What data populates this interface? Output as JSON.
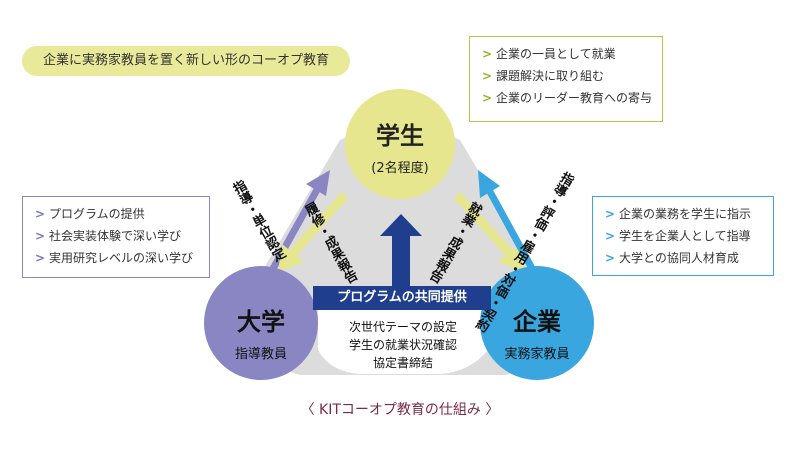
{
  "header_pill": "企業に実務家教員を置く新しい形のコーオプ教育",
  "box_student": {
    "items": [
      "企業の一員として就業",
      "課題解決に取り組む",
      "企業のリーダー教育への寄与"
    ]
  },
  "box_university": {
    "items": [
      "プログラムの提供",
      "社会実装体験で深い学び",
      "実用研究レベルの深い学び"
    ]
  },
  "box_company": {
    "items": [
      "企業の業務を学生に指示",
      "学生を企業人として指導",
      "大学との協同人材育成"
    ]
  },
  "bullet_glyph": ">",
  "student": {
    "title": "学生",
    "subtitle": "(2名程度)"
  },
  "university": {
    "title": "大学",
    "subtitle": "指導教員"
  },
  "company": {
    "title": "企業",
    "subtitle": "実務家教員"
  },
  "arrows": {
    "univ_to_student": [
      "指導・",
      "単位認定"
    ],
    "student_to_univ": [
      "履修・",
      "成果報告"
    ],
    "student_to_company": [
      "就業・",
      "成果報告"
    ],
    "company_to_student": [
      "指導・評価・",
      "雇用・対価・契約"
    ]
  },
  "banner": "プログラムの共同提供",
  "center_lines": [
    "次世代テーマの設定",
    "学生の就業状況確認",
    "協定書締結"
  ],
  "caption": "〈 KITコーオプ教育の仕組み 〉",
  "colors": {
    "student_circle": "#e6e68f",
    "university_circle": "#8a86c4",
    "company_circle": "#3aa6e0",
    "background_triangle": "#dcdcdc",
    "banner": "#1f3f8e",
    "caption": "#7a2a46",
    "arrow_yellow": "#e6e68f"
  }
}
